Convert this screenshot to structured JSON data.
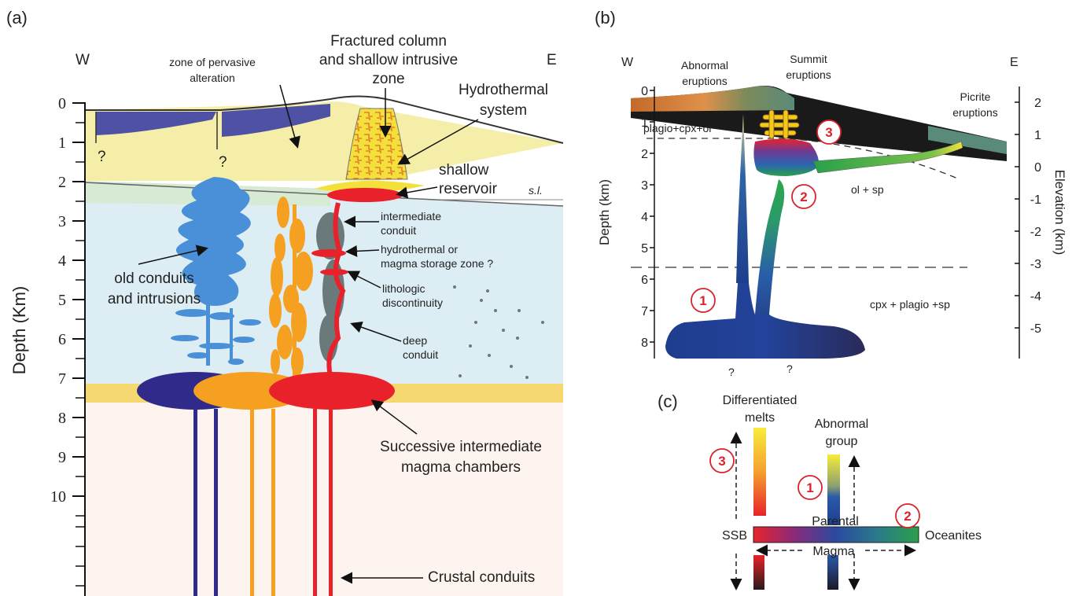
{
  "panel_a": {
    "label": "(a)",
    "west": "W",
    "east": "E",
    "y_axis_label": "Depth (Km)",
    "depth_ticks": [
      "0",
      "1",
      "2",
      "3",
      "4",
      "5",
      "6",
      "7",
      "8",
      "9",
      "10"
    ],
    "question_marks": [
      "?",
      "?"
    ],
    "sea_level": "s.l.",
    "labels": {
      "pervasive_line1": "zone of pervasive",
      "pervasive_line2": "alteration",
      "fractured_line1": "Fractured column",
      "fractured_line2": "and shallow intrusive",
      "fractured_line3": "zone",
      "hydro_line1": "Hydrothermal",
      "hydro_line2": "system",
      "shallow_line1": "shallow",
      "shallow_line2": "reservoir",
      "intermediate_line1": "intermediate",
      "intermediate_line2": "conduit",
      "hydro_storage_line1": "hydrothermal or",
      "hydro_storage_line2": "magma storage zone ?",
      "litho_line1": "lithologic",
      "litho_line2": "discontinuity",
      "deep_line1": "deep",
      "deep_line2": "conduit",
      "old_line1": "old conduits",
      "old_line2": "and intrusions",
      "chambers_line1": "Successive intermediate",
      "chambers_line2": "magma chambers",
      "crustal": "Crustal conduits"
    },
    "colors": {
      "blue_old": "#4a90d8",
      "orange": "#f5a020",
      "red": "#e8212a",
      "navy": "#302a8a",
      "yellow_zone": "#f5eea8",
      "light_blue": "#dcedf3",
      "basement": "#fdf4ef"
    }
  },
  "panel_b": {
    "label": "(b)",
    "west": "W",
    "east": "E",
    "y_axis_label": "Depth (km)",
    "right_axis_label": "Elevation (km)",
    "depth_ticks": [
      "0",
      "1",
      "2",
      "3",
      "4",
      "5",
      "6",
      "7",
      "8"
    ],
    "elevation_ticks": [
      "2",
      "1",
      "0",
      "-1",
      "-2",
      "-3",
      "-4",
      "-5"
    ],
    "question_marks": [
      "?",
      "?"
    ],
    "labels": {
      "abnormal_line1": "Abnormal",
      "abnormal_line2": "eruptions",
      "summit_line1": "Summit",
      "summit_line2": "eruptions",
      "picrite_line1": "Picrite",
      "picrite_line2": "eruptions",
      "plagio_cpx_ol": "plagio+cpx+ol",
      "ol_sp": "ol + sp",
      "cpx_plagio_sp": "cpx + plagio +sp"
    },
    "circled_numbers": [
      "1",
      "2",
      "3"
    ]
  },
  "panel_c": {
    "label": "(c)",
    "labels": {
      "differentiated_line1": "Differentiated",
      "differentiated_line2": "melts",
      "abnormal_line1": "Abnormal",
      "abnormal_line2": "group",
      "parental": "Parental",
      "magma": "Magma",
      "ssb": "SSB",
      "oceanites": "Oceanites"
    },
    "circled_numbers": [
      "3",
      "1",
      "2"
    ]
  }
}
